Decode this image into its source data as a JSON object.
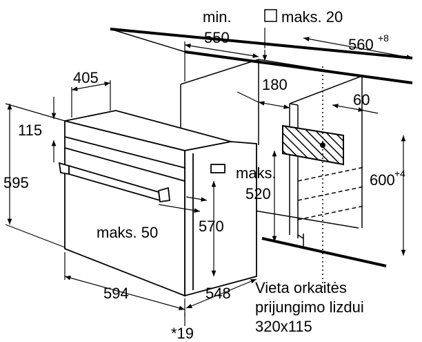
{
  "diagram": {
    "labels": {
      "min": "min.",
      "maks_20": "maks. 20",
      "d550": "550",
      "d560": "560",
      "d560_sup": "+8",
      "d405": "405",
      "d180": "180",
      "d60": "60",
      "d115": "115",
      "d595": "595",
      "maks_a": "maks.",
      "d520": "520",
      "d600": "600",
      "d600_sup": "+4",
      "maks_50": "maks. 50",
      "d570": "570",
      "d594": "594",
      "d548": "548",
      "note_19": "*19",
      "socket_line1": "Vieta orkaitės",
      "socket_line2": "prijungimo lizdui",
      "socket_line3": "320x115"
    }
  }
}
